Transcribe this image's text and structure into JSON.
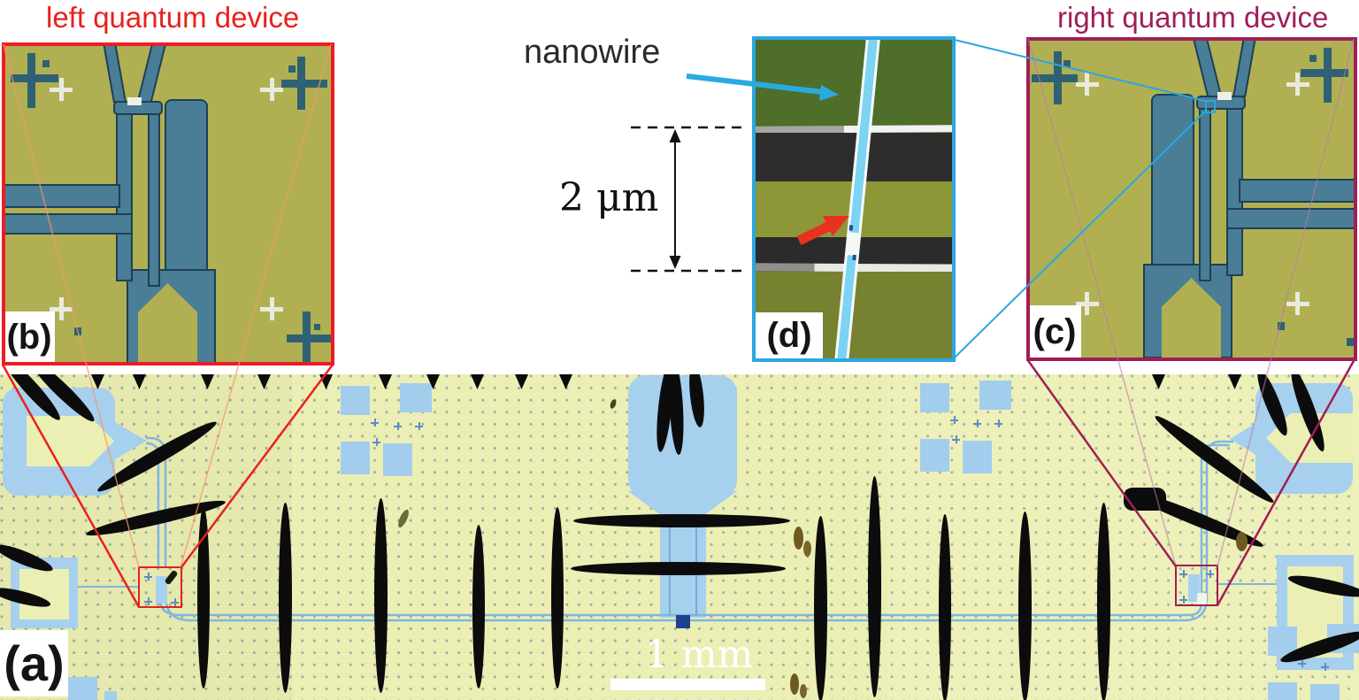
{
  "titles": {
    "left_device": "left quantum device",
    "right_device": "right quantum device"
  },
  "annotations": {
    "nanowire": "nanowire",
    "vertical_scale": "2 μm",
    "scale_bar": "1 mm"
  },
  "panel_labels": {
    "a": "(a)",
    "b": "(b)",
    "c": "(c)",
    "d": "(d)"
  },
  "colors": {
    "left_title": "#e8211d",
    "right_title": "#9e1f5a",
    "panel_b_frame": "#ed1c24",
    "panel_c_frame": "#a01e56",
    "panel_d_frame": "#29a7e1",
    "nanowire_arrow": "#29abe2",
    "defect_arrow": "#e8311f",
    "chip_background": "#ecefb3",
    "bond_pad_blue": "#a6d0ee",
    "device_teal": "#4a7d96",
    "micrograph_olive": "#b0b052"
  }
}
